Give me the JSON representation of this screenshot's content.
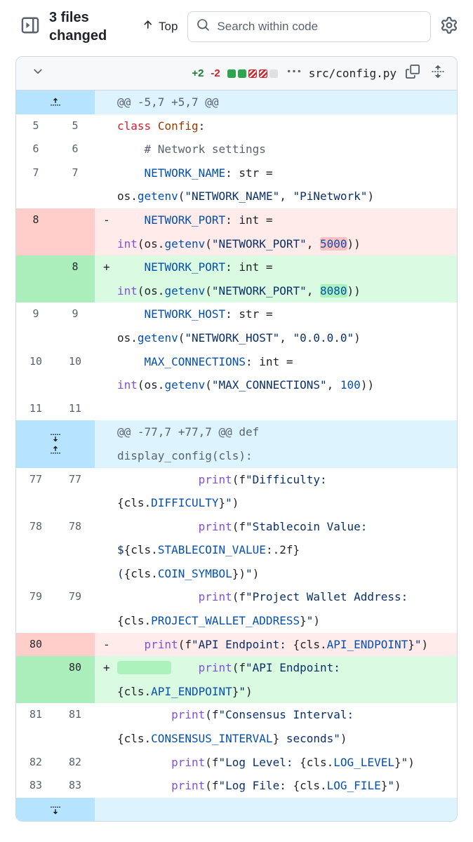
{
  "header": {
    "files_changed": "3 files changed",
    "top_label": "Top",
    "search_placeholder": "Search within code"
  },
  "file": {
    "name": "src/config.py",
    "additions": "+2",
    "deletions": "-2",
    "diffstat_blocks": [
      "added",
      "added",
      "deleted",
      "deleted",
      "neutral"
    ]
  },
  "icons": [
    "sidebar-expand-icon",
    "arrow-up-icon",
    "search-icon",
    "gear-icon",
    "chevron-down-icon",
    "kebab-horizontal-icon",
    "copy-icon",
    "unfold-icon",
    "fold-up-icon",
    "fold-down-icon"
  ],
  "colors": {
    "addition_fg": "#1a7f37",
    "deletion_fg": "#d1242f",
    "addition_line_bg": "#dafbe1",
    "addition_num_bg": "#aceebb",
    "addition_word_bg": "#abf2bc",
    "deletion_line_bg": "#ffebe9",
    "deletion_num_bg": "#ffcecb",
    "deletion_word_bg": "#ffc1c0",
    "hunk_line_bg": "#ddf4ff",
    "hunk_num_bg": "#b6e3ff",
    "diffstat_added": "#2da44e",
    "diffstat_deleted": "#d1242f",
    "diffstat_neutral": "#dde1e6"
  },
  "diff": {
    "rows": [
      {
        "type": "hunk",
        "expanders": [
          "up"
        ],
        "tokens": [
          {
            "t": "@@ -5,7 +5,7 @@",
            "c": "hk"
          }
        ]
      },
      {
        "type": "context",
        "old": "5",
        "new": "5",
        "tokens": [
          {
            "t": "class",
            "c": "k"
          },
          {
            "t": " ",
            "c": "p"
          },
          {
            "t": "Config",
            "c": "e"
          },
          {
            "t": ":",
            "c": "p"
          }
        ]
      },
      {
        "type": "context",
        "old": "6",
        "new": "6",
        "tokens": [
          {
            "t": "    # Network settings",
            "c": "cm"
          }
        ]
      },
      {
        "type": "context",
        "old": "7",
        "new": "7",
        "tokens": [
          {
            "t": "    ",
            "c": "p"
          },
          {
            "t": "NETWORK_NAME",
            "c": "c"
          },
          {
            "t": ": str = os.",
            "c": "p"
          },
          {
            "t": "getenv",
            "c": "c"
          },
          {
            "t": "(",
            "c": "p"
          },
          {
            "t": "\"NETWORK_NAME\"",
            "c": "s"
          },
          {
            "t": ", ",
            "c": "p"
          },
          {
            "t": "\"PiNetwork\"",
            "c": "s"
          },
          {
            "t": ")",
            "c": "p"
          }
        ]
      },
      {
        "type": "del",
        "old": "8",
        "new": "",
        "marker": "-",
        "tokens": [
          {
            "t": "    ",
            "c": "p"
          },
          {
            "t": "NETWORK_PORT",
            "c": "c"
          },
          {
            "t": ": int = ",
            "c": "p"
          },
          {
            "t": "int",
            "c": "f"
          },
          {
            "t": "(os.",
            "c": "p"
          },
          {
            "t": "getenv",
            "c": "c"
          },
          {
            "t": "(",
            "c": "p"
          },
          {
            "t": "\"NETWORK_PORT\"",
            "c": "s"
          },
          {
            "t": ", ",
            "c": "p"
          },
          {
            "t": "5000",
            "c": "wd"
          },
          {
            "t": "))",
            "c": "p"
          }
        ]
      },
      {
        "type": "add",
        "old": "",
        "new": "8",
        "marker": "+",
        "tokens": [
          {
            "t": "    ",
            "c": "p"
          },
          {
            "t": "NETWORK_PORT",
            "c": "c"
          },
          {
            "t": ": int = ",
            "c": "p"
          },
          {
            "t": "int",
            "c": "f"
          },
          {
            "t": "(os.",
            "c": "p"
          },
          {
            "t": "getenv",
            "c": "c"
          },
          {
            "t": "(",
            "c": "p"
          },
          {
            "t": "\"NETWORK_PORT\"",
            "c": "s"
          },
          {
            "t": ", ",
            "c": "p"
          },
          {
            "t": "8080",
            "c": "wa"
          },
          {
            "t": "))",
            "c": "p"
          }
        ]
      },
      {
        "type": "context",
        "old": "9",
        "new": "9",
        "tokens": [
          {
            "t": "    ",
            "c": "p"
          },
          {
            "t": "NETWORK_HOST",
            "c": "c"
          },
          {
            "t": ": str = os.",
            "c": "p"
          },
          {
            "t": "getenv",
            "c": "c"
          },
          {
            "t": "(",
            "c": "p"
          },
          {
            "t": "\"NETWORK_HOST\"",
            "c": "s"
          },
          {
            "t": ", ",
            "c": "p"
          },
          {
            "t": "\"0.0.0.0\"",
            "c": "s"
          },
          {
            "t": ")",
            "c": "p"
          }
        ]
      },
      {
        "type": "context",
        "old": "10",
        "new": "10",
        "tokens": [
          {
            "t": "    ",
            "c": "p"
          },
          {
            "t": "MAX_CONNECTIONS",
            "c": "c"
          },
          {
            "t": ": int = ",
            "c": "p"
          },
          {
            "t": "int",
            "c": "f"
          },
          {
            "t": "(os.",
            "c": "p"
          },
          {
            "t": "getenv",
            "c": "c"
          },
          {
            "t": "(",
            "c": "p"
          },
          {
            "t": "\"MAX_CONNECTIONS\"",
            "c": "s"
          },
          {
            "t": ", ",
            "c": "p"
          },
          {
            "t": "100",
            "c": "c"
          },
          {
            "t": "))",
            "c": "p"
          }
        ]
      },
      {
        "type": "context",
        "old": "11",
        "new": "11",
        "tokens": []
      },
      {
        "type": "hunk",
        "expanders": [
          "down",
          "up"
        ],
        "tokens": [
          {
            "t": "@@ -77,7 +77,7 @@ def\ndisplay_config(cls):",
            "c": "hk"
          }
        ]
      },
      {
        "type": "context",
        "old": "77",
        "new": "77",
        "tokens": [
          {
            "t": "            ",
            "c": "p"
          },
          {
            "t": "print",
            "c": "f"
          },
          {
            "t": "(f",
            "c": "p"
          },
          {
            "t": "\"Difficulty: ",
            "c": "s"
          },
          {
            "t": "{cls.",
            "c": "p"
          },
          {
            "t": "DIFFICULTY",
            "c": "c"
          },
          {
            "t": "}",
            "c": "p"
          },
          {
            "t": "\"",
            "c": "s"
          },
          {
            "t": ")",
            "c": "p"
          }
        ]
      },
      {
        "type": "context",
        "old": "78",
        "new": "78",
        "tokens": [
          {
            "t": "            ",
            "c": "p"
          },
          {
            "t": "print",
            "c": "f"
          },
          {
            "t": "(f",
            "c": "p"
          },
          {
            "t": "\"Stablecoin Value: $",
            "c": "s"
          },
          {
            "t": "{cls.",
            "c": "p"
          },
          {
            "t": "STABLECOIN_VALUE",
            "c": "c"
          },
          {
            "t": ":.2f}",
            "c": "p"
          },
          {
            "t": " (",
            "c": "s"
          },
          {
            "t": "{cls.",
            "c": "p"
          },
          {
            "t": "COIN_SYMBOL",
            "c": "c"
          },
          {
            "t": "})",
            "c": "p"
          },
          {
            "t": "\"",
            "c": "s"
          },
          {
            "t": ")",
            "c": "p"
          }
        ]
      },
      {
        "type": "context",
        "old": "79",
        "new": "79",
        "tokens": [
          {
            "t": "            ",
            "c": "p"
          },
          {
            "t": "print",
            "c": "f"
          },
          {
            "t": "(f",
            "c": "p"
          },
          {
            "t": "\"Project Wallet Address: ",
            "c": "s"
          },
          {
            "t": "{cls.",
            "c": "p"
          },
          {
            "t": "PROJECT_WALLET_ADDRESS",
            "c": "c"
          },
          {
            "t": "}",
            "c": "p"
          },
          {
            "t": "\"",
            "c": "s"
          },
          {
            "t": ")",
            "c": "p"
          }
        ]
      },
      {
        "type": "del",
        "old": "80",
        "new": "",
        "marker": "-",
        "tokens": [
          {
            "t": "    ",
            "c": "p"
          },
          {
            "t": "print",
            "c": "f"
          },
          {
            "t": "(f",
            "c": "p"
          },
          {
            "t": "\"API Endpoint: ",
            "c": "s"
          },
          {
            "t": "{cls.",
            "c": "p"
          },
          {
            "t": "API_ENDPOINT",
            "c": "c"
          },
          {
            "t": "}",
            "c": "p"
          },
          {
            "t": "\"",
            "c": "s"
          },
          {
            "t": ")",
            "c": "p"
          }
        ]
      },
      {
        "type": "add",
        "old": "",
        "new": "80",
        "marker": "+",
        "tokens": [
          {
            "t": "        ",
            "c": "ws"
          },
          {
            "t": "    ",
            "c": "p"
          },
          {
            "t": "print",
            "c": "f"
          },
          {
            "t": "(f",
            "c": "p"
          },
          {
            "t": "\"API Endpoint: ",
            "c": "s"
          },
          {
            "t": "{cls.",
            "c": "p"
          },
          {
            "t": "API_ENDPOINT",
            "c": "c"
          },
          {
            "t": "}",
            "c": "p"
          },
          {
            "t": "\"",
            "c": "s"
          },
          {
            "t": ")",
            "c": "p"
          }
        ]
      },
      {
        "type": "context",
        "old": "81",
        "new": "81",
        "tokens": [
          {
            "t": "        ",
            "c": "p"
          },
          {
            "t": "print",
            "c": "f"
          },
          {
            "t": "(f",
            "c": "p"
          },
          {
            "t": "\"Consensus Interval: ",
            "c": "s"
          },
          {
            "t": "{cls.",
            "c": "p"
          },
          {
            "t": "CONSENSUS_INTERVAL",
            "c": "c"
          },
          {
            "t": "}",
            "c": "p"
          },
          {
            "t": " seconds\"",
            "c": "s"
          },
          {
            "t": ")",
            "c": "p"
          }
        ]
      },
      {
        "type": "context",
        "old": "82",
        "new": "82",
        "tokens": [
          {
            "t": "        ",
            "c": "p"
          },
          {
            "t": "print",
            "c": "f"
          },
          {
            "t": "(f",
            "c": "p"
          },
          {
            "t": "\"Log Level: ",
            "c": "s"
          },
          {
            "t": "{cls.",
            "c": "p"
          },
          {
            "t": "LOG_LEVEL",
            "c": "c"
          },
          {
            "t": "}",
            "c": "p"
          },
          {
            "t": "\"",
            "c": "s"
          },
          {
            "t": ")",
            "c": "p"
          }
        ]
      },
      {
        "type": "context",
        "old": "83",
        "new": "83",
        "tokens": [
          {
            "t": "        ",
            "c": "p"
          },
          {
            "t": "print",
            "c": "f"
          },
          {
            "t": "(f",
            "c": "p"
          },
          {
            "t": "\"Log File: ",
            "c": "s"
          },
          {
            "t": "{cls.",
            "c": "p"
          },
          {
            "t": "LOG_FILE",
            "c": "c"
          },
          {
            "t": "}",
            "c": "p"
          },
          {
            "t": "\"",
            "c": "s"
          },
          {
            "t": ")",
            "c": "p"
          }
        ]
      },
      {
        "type": "expand",
        "expanders": [
          "down"
        ],
        "tokens": []
      }
    ]
  }
}
